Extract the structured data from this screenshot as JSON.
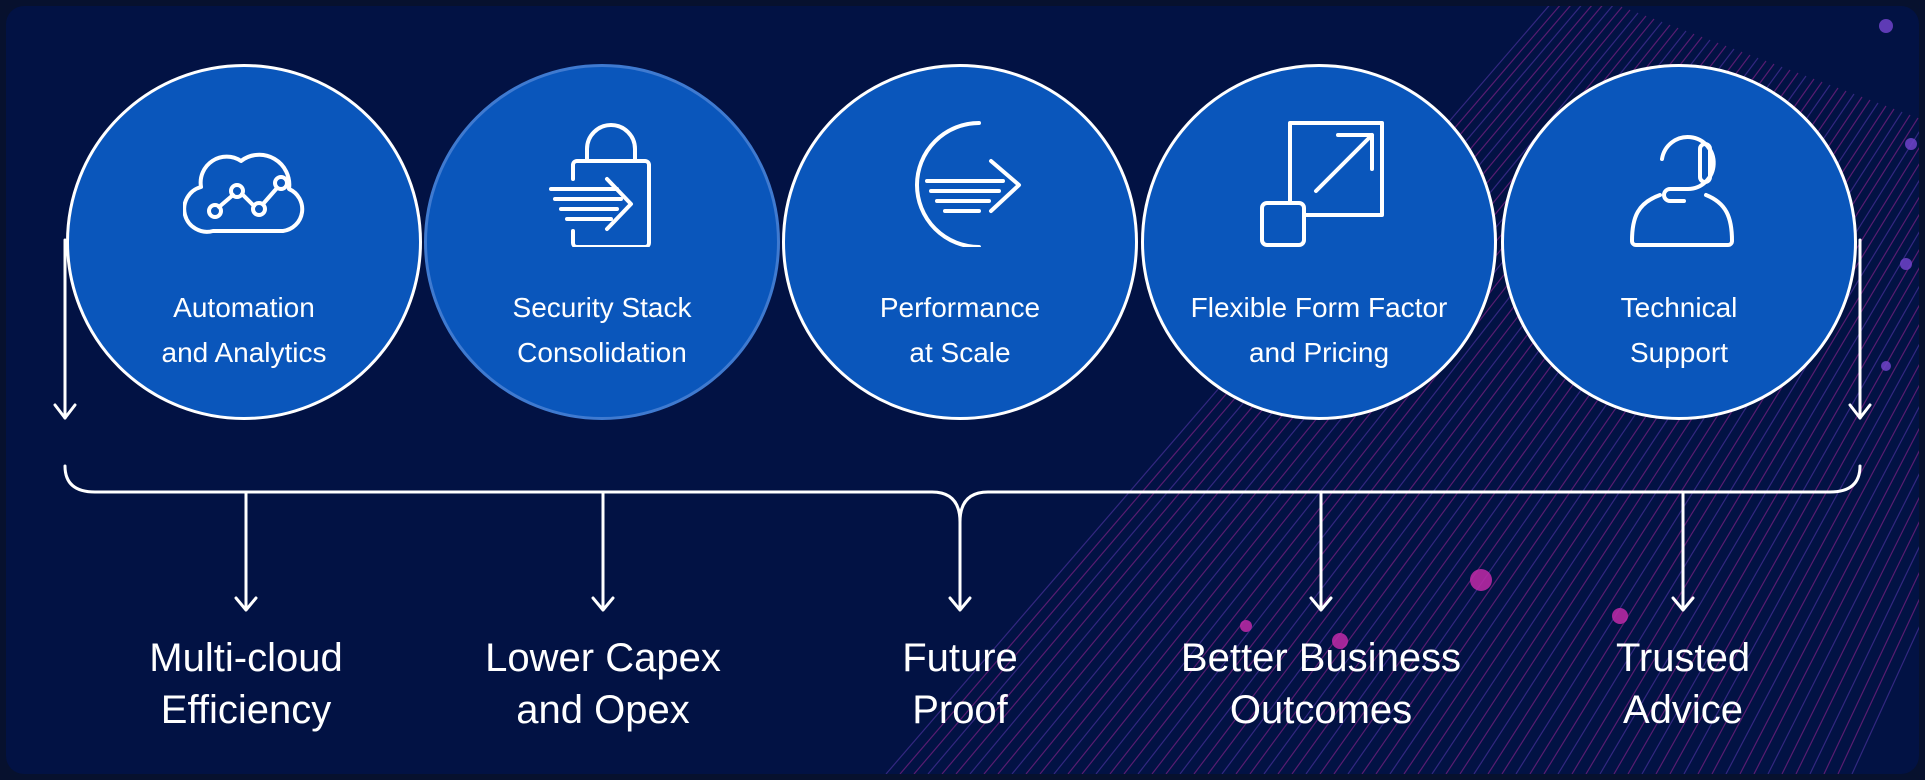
{
  "colors": {
    "background": "#021244",
    "circle_fill": "#0a56bb",
    "circle_border": "#ffffff",
    "circle_border_alt": "#3f7ad0",
    "text": "#ffffff",
    "accent_magenta": "#c02aa8",
    "accent_purple": "#6e43c9"
  },
  "capabilities": [
    {
      "line1": "Automation",
      "line2": "and Analytics",
      "icon": "cloud-analytics-icon"
    },
    {
      "line1": "Security Stack",
      "line2": "Consolidation",
      "icon": "lock-arrow-icon"
    },
    {
      "line1": "Performance",
      "line2": "at Scale",
      "icon": "speed-arrow-icon"
    },
    {
      "line1": "Flexible Form Factor",
      "line2": "and Pricing",
      "icon": "resize-expand-icon"
    },
    {
      "line1": "Technical",
      "line2": "Support",
      "icon": "headset-agent-icon"
    }
  ],
  "outcomes": [
    {
      "line1": "Multi-cloud",
      "line2": "Efficiency"
    },
    {
      "line1": "Lower Capex",
      "line2": "and Opex"
    },
    {
      "line1": "Future",
      "line2": "Proof"
    },
    {
      "line1": "Better Business",
      "line2": "Outcomes"
    },
    {
      "line1": "Trusted",
      "line2": "Advice"
    }
  ]
}
